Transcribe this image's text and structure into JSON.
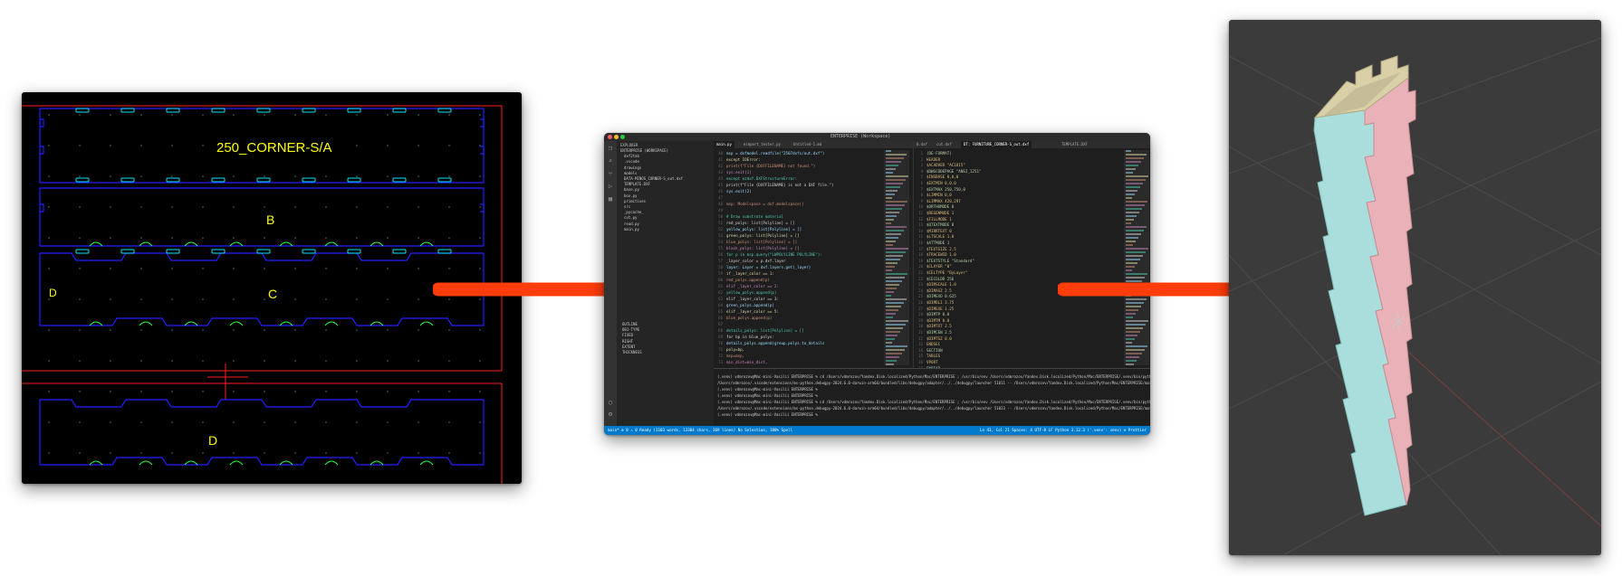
{
  "cad": {
    "part_label": "250_CORNER-S/A",
    "section_labels": [
      "B",
      "C",
      "D",
      "D"
    ],
    "colors": {
      "background": "#000000",
      "outline": "#0000ff",
      "border": "#ff0000",
      "slots": "#00ffff",
      "text": "#ffff00",
      "tabs": "#00ff00"
    }
  },
  "ide": {
    "window_title": "ENTERPRISE (Workspace)",
    "sidebar_title": "EXPLORER",
    "tree": [
      "ENTERPRISE (WORKSPACE)",
      "dxf2tab",
      ".vscode",
      "drawings",
      "models",
      "DATA-MINOS_CORNER-S_out.dxf",
      "TEMPLATE.DXF",
      "base.py",
      "box.py",
      "primitives",
      "src",
      "_pycache_",
      "cut.py",
      "read.py",
      "main.py"
    ],
    "outline_items": [
      "OUTLINE",
      "OBJ-TYPE",
      "FIXED",
      "RIGHT",
      "EXTENT",
      "THICKNESS"
    ],
    "tabs_left": [
      "main.py",
      "eimport_tester.py",
      "Untitled-1.md"
    ],
    "tabs_right": [
      "0.dxf",
      "cut.dxf",
      "DT: FURNITURE_CORNER-S_out.dxf",
      "TEMPLATE.DXF"
    ],
    "code_lines": [
      "msp = dxfmodel.readfile(\"2507dxfs/out.dxf\")",
      "except IOError:",
      "    print(f\"File {DXFFILENAME} not found.\")",
      "    sys.exit(1)",
      "except ezdxf.DXFStructureError:",
      "    print(f\"File {DXFFILENAME} is not a DXF file.\")",
      "    sys.exit(2)",
      "",
      "msp: Modelspace = dxf.modelspace()",
      "",
      "# Draw substrate material",
      "red_polys: list[Polyline] = []",
      "yellow_polys: list[Polyline] = []",
      "green_polys: list[Polyline] = []",
      "blue_polys: list[Polyline] = []",
      "black_polys: list[Polyline] = []",
      "for p in msp.query(\"LWPOLYLINE POLYLINE\"):",
      "    _layer_color = p.dxf.layer",
      "    layer: Layer = dxf.layers.get(_layer)",
      "    if _layer_color == 1:",
      "        red_polys.append(p)",
      "    elif _layer_color == 2:",
      "        yellow_polys.append(p)",
      "    elif _layer_color == 3:",
      "        green_polys.append(p)",
      "    elif _layer_color == 5:",
      "        blue_polys.append(p)",
      "",
      "details_polys: list[Polyline] = []",
      "for bp in blue_polys:",
      "    details_polys.append(group.polys.to_details",
      "    poly=bp,",
      "    msp=msp,",
      "    min_dist=min_dist,"
    ],
    "dxf_lines": [
      "(DE-FORMAT)",
      "HEADER",
      "$ACADVER \"AC1015\"",
      "$DWGCODEPAGE \"ANSI_1251\"",
      "$INSBASE 0,0,0",
      "$EXTMIN 0,0,0",
      "$EXTMAX 250,750,0",
      "$LIMMIN 0,0",
      "$LIMMAX 420,297",
      "$ORTHOMODE 0",
      "$REGENMODE 1",
      "$FILLMODE 1",
      "$QTEXTMODE 0",
      "$MIRRTEXT 0",
      "$LTSCALE 1.0",
      "$ATTMODE 1",
      "$TEXTSIZE 2.5",
      "$TRACEWID 1.0",
      "$TEXTSTYLE \"Standard\"",
      "$CLAYER \"0\"",
      "$CELTYPE \"ByLayer\"",
      "$CECOLOR 256",
      "$DIMSCALE 1.0",
      "$DIMASZ 2.5",
      "$DIMEXO 0.625",
      "$DIMDLI 3.75",
      "$DIMEXE 1.25",
      "$DIMTP 0.0",
      "$DIMTM 0.0",
      "$DIMTXT 2.5",
      "$DIMCEN 2.5",
      "$DIMTSZ 0.0",
      "ENDSEC",
      "SECTION",
      "TABLES",
      "VPORT",
      "ENDTAB"
    ],
    "terminal_lines": [
      "(.venv) vdmrozov@Mac-mini-Vasilii ENTERPRISE % cd /Users/vdmrozov/Yandex.Disk.localized/Python/Mac/ENTERPRISE ; /usr/bin/env /Users/vdmrozov/Yandex.Disk.localized/Python/Mac/ENTERPRISE/.venv/bin/python",
      "/Users/vdmrozov/.vscode/extensions/ms-python.debugpy-2024.6.0-darwin-arm64/bundled/libs/debugpy/adapter/../../debugpy/launcher 51011 -- /Users/vdmrozov/Yandex.Disk.localized/Python/Mac/ENTERPRISE/main.py",
      "(.venv) vdmrozov@Mac-mini-Vasilii ENTERPRISE %",
      "(.venv) vdmrozov@Mac-mini-Vasilii ENTERPRISE %",
      "(.venv) vdmrozov@Mac-mini-Vasilii ENTERPRISE % cd /Users/vdmrozov/Yandex.Disk.localized/Python/Mac/ENTERPRISE ; /usr/bin/env /Users/vdmrozov/Yandex.Disk.localized/Python/Mac/ENTERPRISE/.venv/bin/python",
      "/Users/vdmrozov/.vscode/extensions/ms-python.debugpy-2024.6.0-darwin-arm64/bundled/libs/debugpy/adapter/../../debugpy/launcher 51023 -- /Users/vdmrozov/Yandex.Disk.localized/Python/Mac/ENTERPRISE/main.py",
      "(.venv) vdmrozov@Mac-mini-Vasilii ENTERPRISE %"
    ],
    "statusbar_left": "main*  ⊗ 0 ⚠ 0  Ready  (1103 words, 13304 chars, 369 lines) No Selection, 100% Spell",
    "statusbar_right": "Ln 43, Col 21  Spaces: 4  UTF-8  LF  Python  3.12.3 ('.venv': venv)  ⊙ Prettier",
    "colors": {
      "statusbar": "#007acc",
      "editor": "#1e1e1e",
      "sidebar": "#252526"
    }
  },
  "render": {
    "colors": {
      "background": "#3b3b3b",
      "panel_blue": "#a8e0e0",
      "panel_pink": "#e8b0b8",
      "panel_tan": "#d8cfa8",
      "grid": "#505050"
    }
  },
  "arrows": {
    "color": "#ff3d0a"
  }
}
